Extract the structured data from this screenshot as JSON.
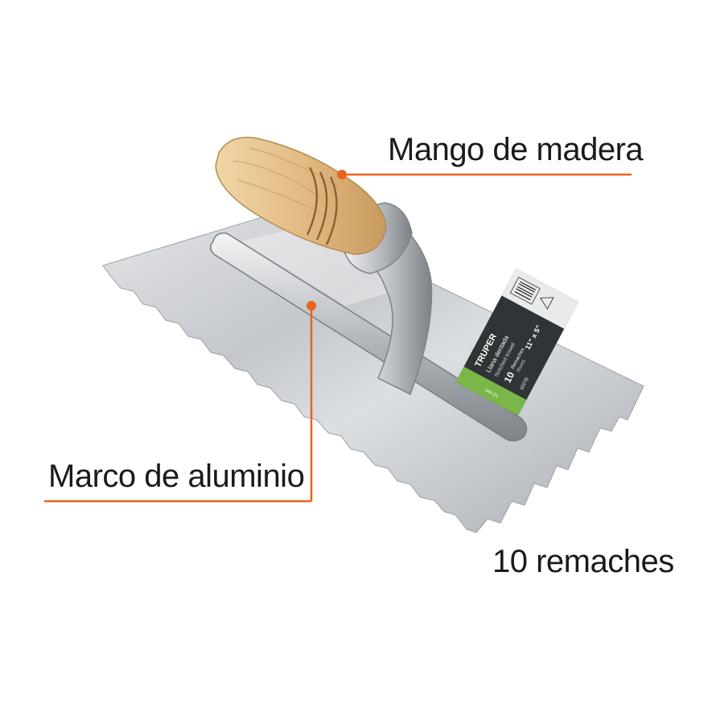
{
  "callouts": {
    "handle": "Mango de madera",
    "frame": "Marco de aluminio",
    "rivets": "10 remaches"
  },
  "sticker": {
    "brand": "TRUPER",
    "name_es": "Llana dentada",
    "name_en": "Notched trowel",
    "rivet_count": "10",
    "rivet_word_es": "Remaches",
    "rivet_word_en": "Rivets",
    "size": "11\" x 5\"",
    "code": "10270",
    "notch": "12 mm"
  },
  "colors": {
    "accent": "#e8641c",
    "steel": "#c9ccd0",
    "wood": "#e4c089",
    "sticker_dark": "#2f3436",
    "sticker_green": "#7ab648"
  }
}
